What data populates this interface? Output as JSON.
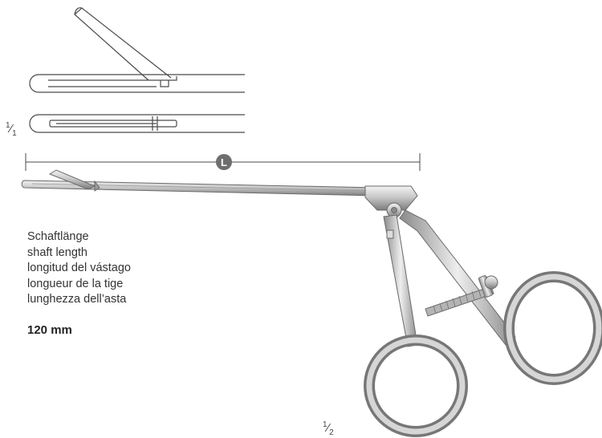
{
  "scales": {
    "top": {
      "num": "1",
      "den": "1"
    },
    "bottom": {
      "num": "1",
      "den": "2"
    }
  },
  "dimension": {
    "marker": "L"
  },
  "labels": [
    "Schaftlänge",
    "shaft length",
    "longitud del vástago",
    "longueur de la tige",
    "lunghezza dell’asta"
  ],
  "measure": "120 mm",
  "colors": {
    "line": "#4a4a4a",
    "marker": "#6e6e6e",
    "steel": "#bcbcbc"
  }
}
